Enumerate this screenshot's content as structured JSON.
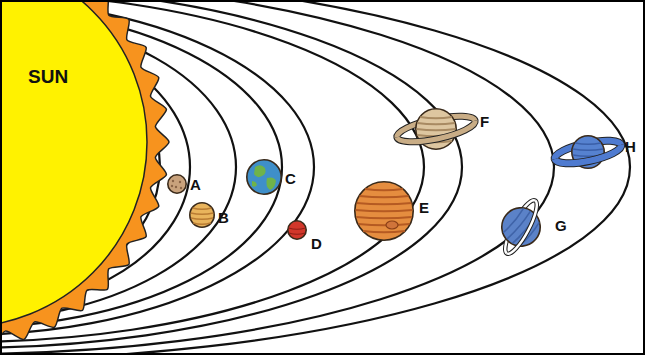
{
  "diagram": {
    "nodes": [
      {
        "text": [
          "SUN"
        ]
      },
      {
        "text": [
          "A"
        ]
      },
      {
        "text": [
          "B"
        ]
      },
      {
        "text": [
          "C"
        ]
      },
      {
        "text": [
          "D"
        ]
      },
      {
        "text": [
          "E"
        ]
      },
      {
        "text": [
          "F"
        ]
      },
      {
        "text": [
          "G"
        ]
      },
      {
        "text": [
          "H"
        ]
      }
    ]
  }
}
